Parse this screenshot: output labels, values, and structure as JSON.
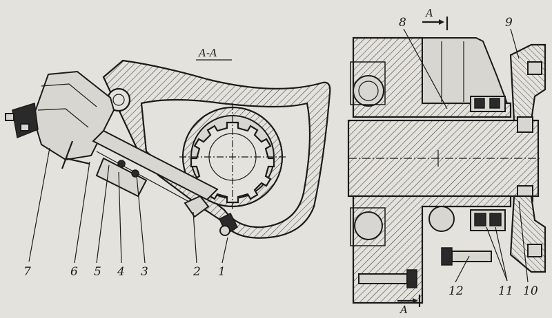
{
  "drawing": {
    "section_title": "A-A",
    "section_marks": [
      "A",
      "A"
    ],
    "callouts": [
      "1",
      "2",
      "3",
      "4",
      "5",
      "6",
      "7",
      "8",
      "9",
      "10",
      "11",
      "12"
    ]
  }
}
